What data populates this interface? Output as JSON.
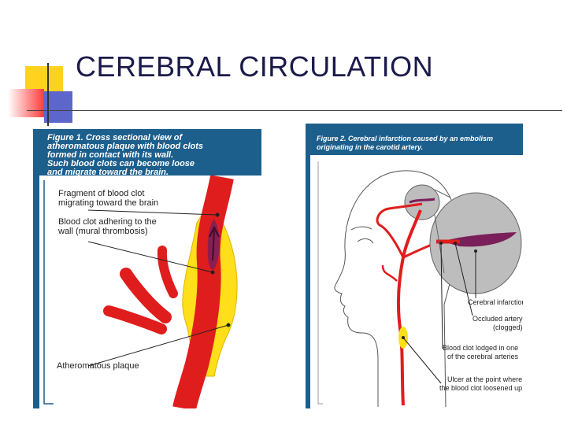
{
  "slide": {
    "title": "CEREBRAL CIRCULATION"
  },
  "figure1": {
    "caption_lines": [
      "Figure 1. Cross sectional view of",
      "atheromatous plaque with blood clots",
      "formed in contact with its wall.",
      "Such blood clots can become loose",
      "and migrate toward the brain."
    ],
    "labels": {
      "fragment_line1": "Fragment of blood clot",
      "fragment_line2": "migrating toward the brain",
      "adhering_line1": "Blood clot adhering to the",
      "adhering_line2": "wall (mural thrombosis)",
      "plaque": "Atheromatous plaque"
    }
  },
  "figure2": {
    "caption_lines": [
      "Figure 2. Cerebral infarction caused by an embolism",
      "originating in the carotid artery."
    ],
    "labels": {
      "infarction": "Cerebral infarction",
      "occluded_line1": "Occluded artery",
      "occluded_line2": "(clogged)",
      "lodged_line1": "Blood clot lodged in one",
      "lodged_line2": "of the cerebral arteries",
      "ulcer_line1": "Ulcer at the point where",
      "ulcer_line2": "the blood clot loosened up"
    }
  },
  "colors": {
    "panel_blue": "#1c5e8c",
    "artery_red": "#e01d1d",
    "plaque_yellow": "#ffdf1a",
    "clot_purple": "#7a1f5a",
    "magnifier_gray": "#bdbdbd"
  }
}
